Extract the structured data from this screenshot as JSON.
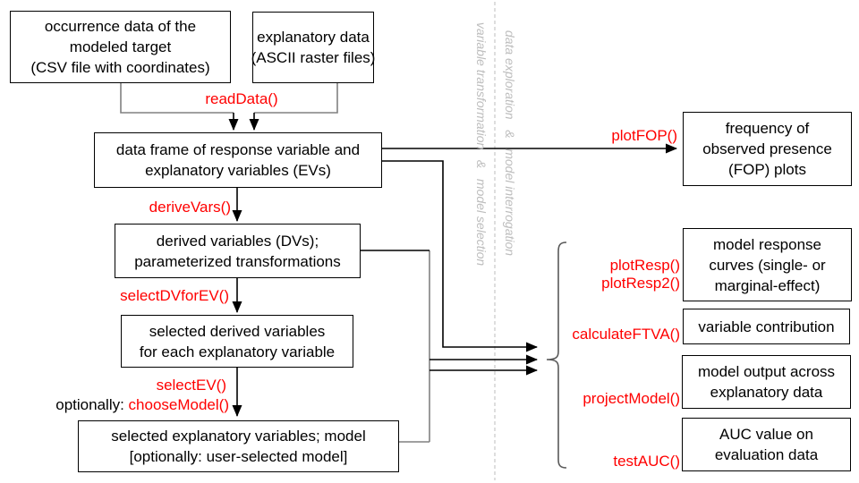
{
  "boxes": {
    "occurrence": {
      "lines": [
        "occurrence data of the",
        "modeled target",
        "(CSV file with coordinates)"
      ]
    },
    "explanatory": {
      "lines": [
        "explanatory data",
        "(ASCII raster files)"
      ]
    },
    "dataframe": {
      "lines": [
        "data frame of response variable and",
        "explanatory variables (EVs)"
      ]
    },
    "derived": {
      "lines": [
        "derived variables (DVs);",
        "parameterized transformations"
      ]
    },
    "selected_dv": {
      "lines": [
        "selected derived variables",
        "for each explanatory variable"
      ]
    },
    "selected_ev": {
      "lines": [
        "selected explanatory variables; model",
        "[optionally: user-selected model]"
      ]
    },
    "fop": {
      "lines": [
        "frequency of",
        "observed presence",
        "(FOP) plots"
      ]
    },
    "response_curves": {
      "lines": [
        "model response",
        "curves (single- or",
        "marginal-effect)"
      ]
    },
    "contribution": {
      "lines": [
        "variable contribution"
      ]
    },
    "model_output": {
      "lines": [
        "model output across",
        "explanatory data"
      ]
    },
    "auc": {
      "lines": [
        "AUC value on",
        "evaluation data"
      ]
    }
  },
  "functions": {
    "read_data": "readData()",
    "derive_vars": "deriveVars()",
    "select_dv_for_ev": "selectDVforEV()",
    "select_ev": "selectEV()",
    "optionally_prefix": "optionally: ",
    "choose_model": "chooseModel()",
    "plot_fop": "plotFOP()",
    "plot_resp": "plotResp()",
    "plot_resp2": "plotResp2()",
    "calculate_ftva": "calculateFTVA()",
    "project_model": "projectModel()",
    "test_auc": "testAUC()"
  },
  "sections": {
    "left_label": "variable transformation   &   model selection",
    "right_label": "data exploration   &   model interrogation"
  },
  "colors": {
    "function_red": "#ff0000",
    "connector_gray": "#808080",
    "connector_black": "#000000",
    "divider_gray": "#c8c8c8",
    "section_label_gray": "#bdbdbd",
    "box_border": "#000000",
    "background": "#ffffff"
  }
}
